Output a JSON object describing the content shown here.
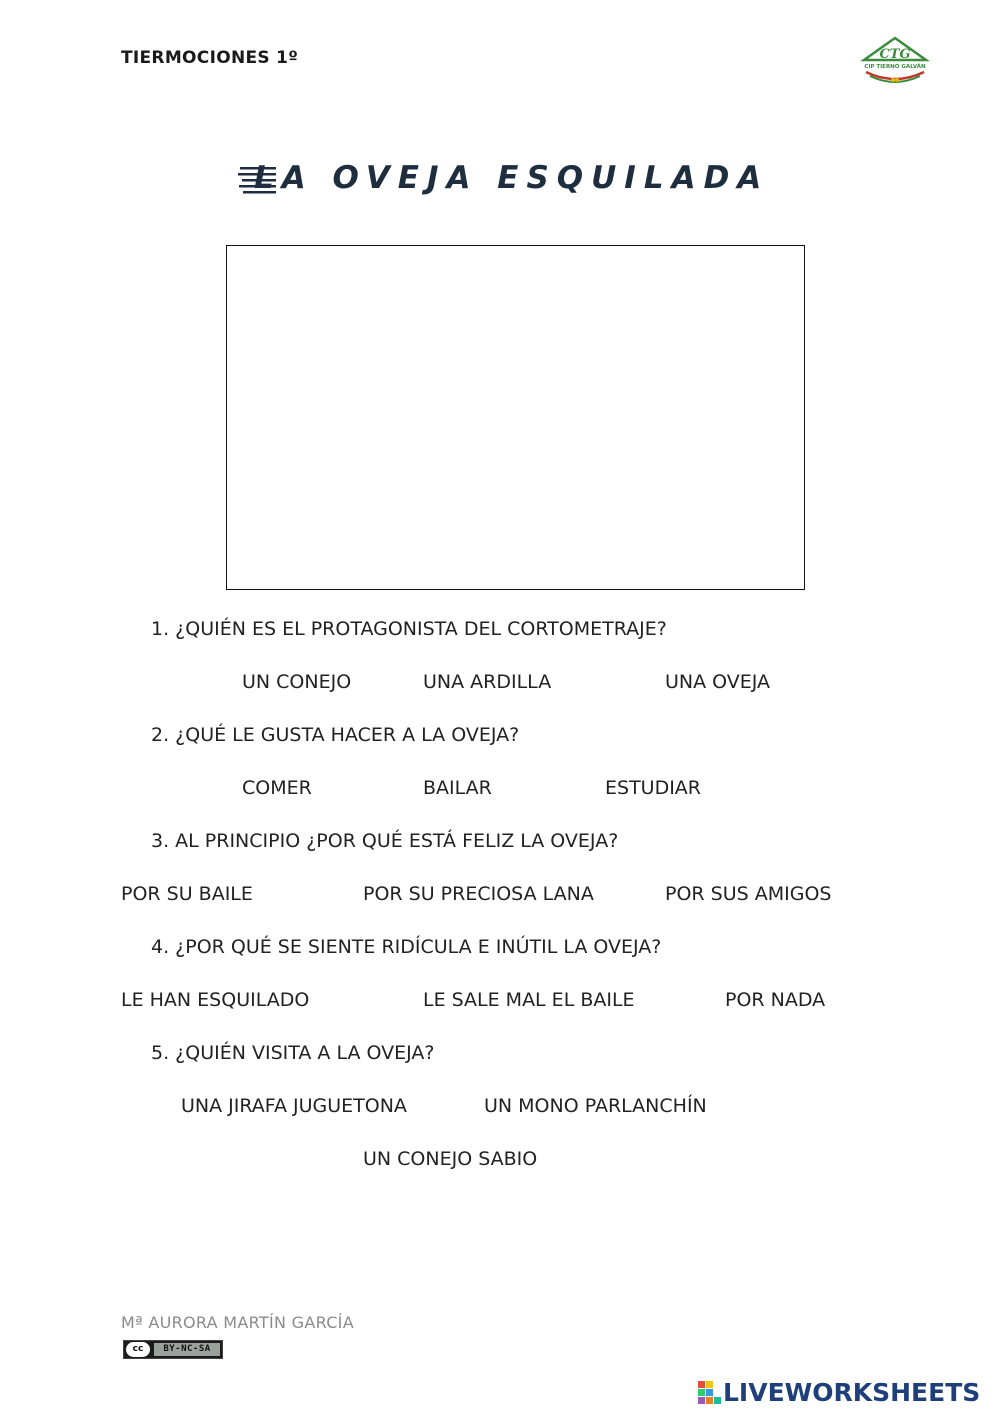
{
  "header": {
    "title": "TIERMOCIONES 1º",
    "logo_text": "CIP TIERNO GALVÁN"
  },
  "worksheet": {
    "title": "LA OVEJA ESQUILADA"
  },
  "questions": [
    {
      "text": "1.  ¿QUIÉN ES EL PROTAGONISTA DEL CORTOMETRAJE?",
      "options": [
        "UN CONEJO",
        "UNA ARDILLA",
        "UNA OVEJA"
      ]
    },
    {
      "text": "2.  ¿QUÉ LE GUSTA HACER A LA OVEJA?",
      "options": [
        "COMER",
        "BAILAR",
        "ESTUDIAR"
      ]
    },
    {
      "text": "3.  AL PRINCIPIO ¿POR QUÉ ESTÁ FELIZ LA OVEJA?",
      "options": [
        "POR SU BAILE",
        "POR SU PRECIOSA LANA",
        "POR SUS AMIGOS"
      ]
    },
    {
      "text": "4.  ¿POR QUÉ SE SIENTE RIDÍCULA E INÚTIL LA OVEJA?",
      "options": [
        "LE HAN ESQUILADO",
        "LE SALE MAL EL BAILE",
        "POR NADA"
      ]
    },
    {
      "text": "5.  ¿QUIÉN VISITA A LA OVEJA?",
      "options": [
        "UNA JIRAFA JUGUETONA",
        "UN MONO PARLANCHÍN",
        "UN CONEJO SABIO"
      ]
    }
  ],
  "footer": {
    "author": "Mª AURORA MARTÍN GARCÍA",
    "license_symbol": "cc",
    "license_text": "BY-NC-SA",
    "brand": "LIVEWORKSHEETS",
    "brand_color": "#1e3f7a"
  },
  "colors": {
    "title": "#1f2e3e",
    "logo_green": "#3b8a3e",
    "logo_red": "#c0392b",
    "author_gray": "#8a8a8a"
  }
}
